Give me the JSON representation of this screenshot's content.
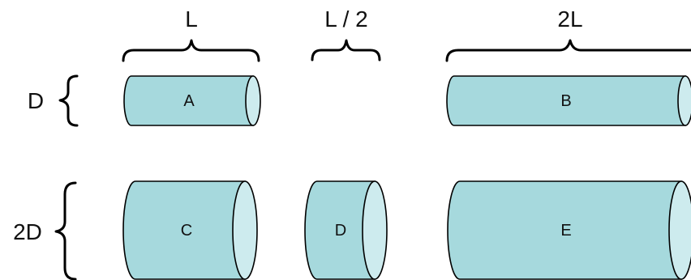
{
  "dimensions": {
    "length_L": "L",
    "length_half": "L / 2",
    "length_2L": "2L",
    "diameter_D": "D",
    "diameter_2D": "2D"
  },
  "cylinders": {
    "a": "A",
    "b": "B",
    "c": "C",
    "d": "D",
    "e": "E"
  },
  "colors": {
    "body": "#a6d9dd",
    "end_face": "#cdebee",
    "outline": "#000000"
  }
}
